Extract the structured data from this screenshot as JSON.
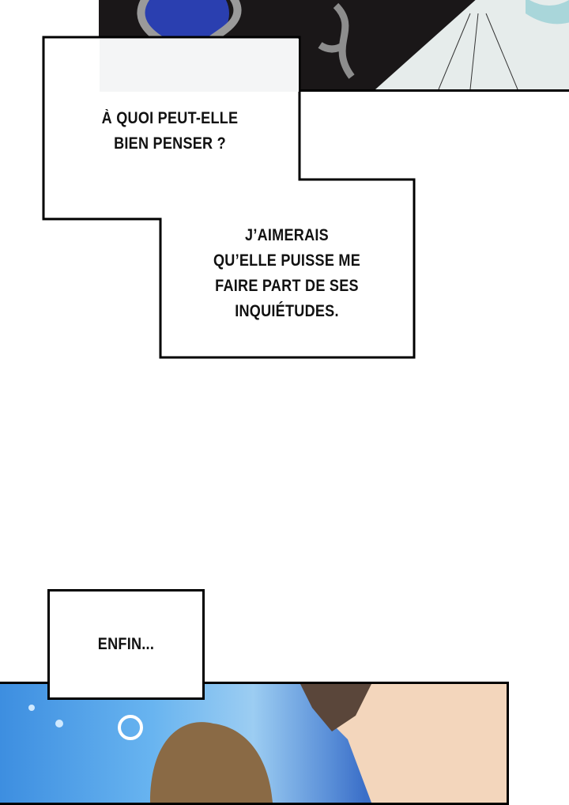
{
  "captions": {
    "first": [
      "À QUOI PEUT-ELLE",
      "BIEN PENSER ?"
    ],
    "second": [
      "J’AIMERAIS",
      "QU’ELLE PUISSE ME",
      "FAIRE PART DE SES",
      "INQUIÉTUDES."
    ],
    "third": "ENFIN..."
  },
  "colors": {
    "border": "#000000",
    "panel_dark": "#1a1718",
    "gem_blue": "#2a3fb0",
    "sky_blue": "#5aa6ec"
  }
}
